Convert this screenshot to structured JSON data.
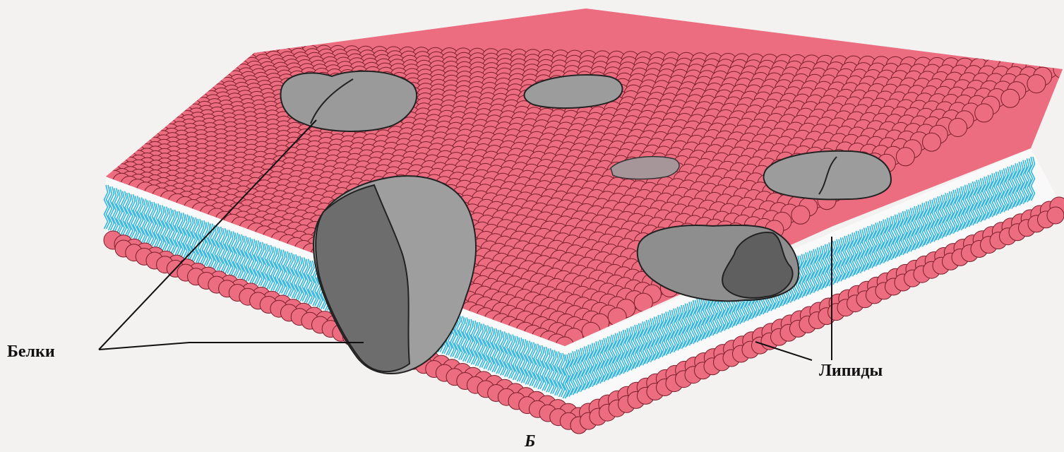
{
  "labels": {
    "proteins": "Белки",
    "lipids": "Липиды",
    "figure_letter": "Б"
  },
  "colors": {
    "lipid_head": "#ec6c80",
    "lipid_head_outline": "#7a1f2b",
    "lipid_tails": "#33b7de",
    "protein": "#9a9a9a",
    "protein_dark": "#6e6e6e",
    "background": "#f4f1f1"
  }
}
